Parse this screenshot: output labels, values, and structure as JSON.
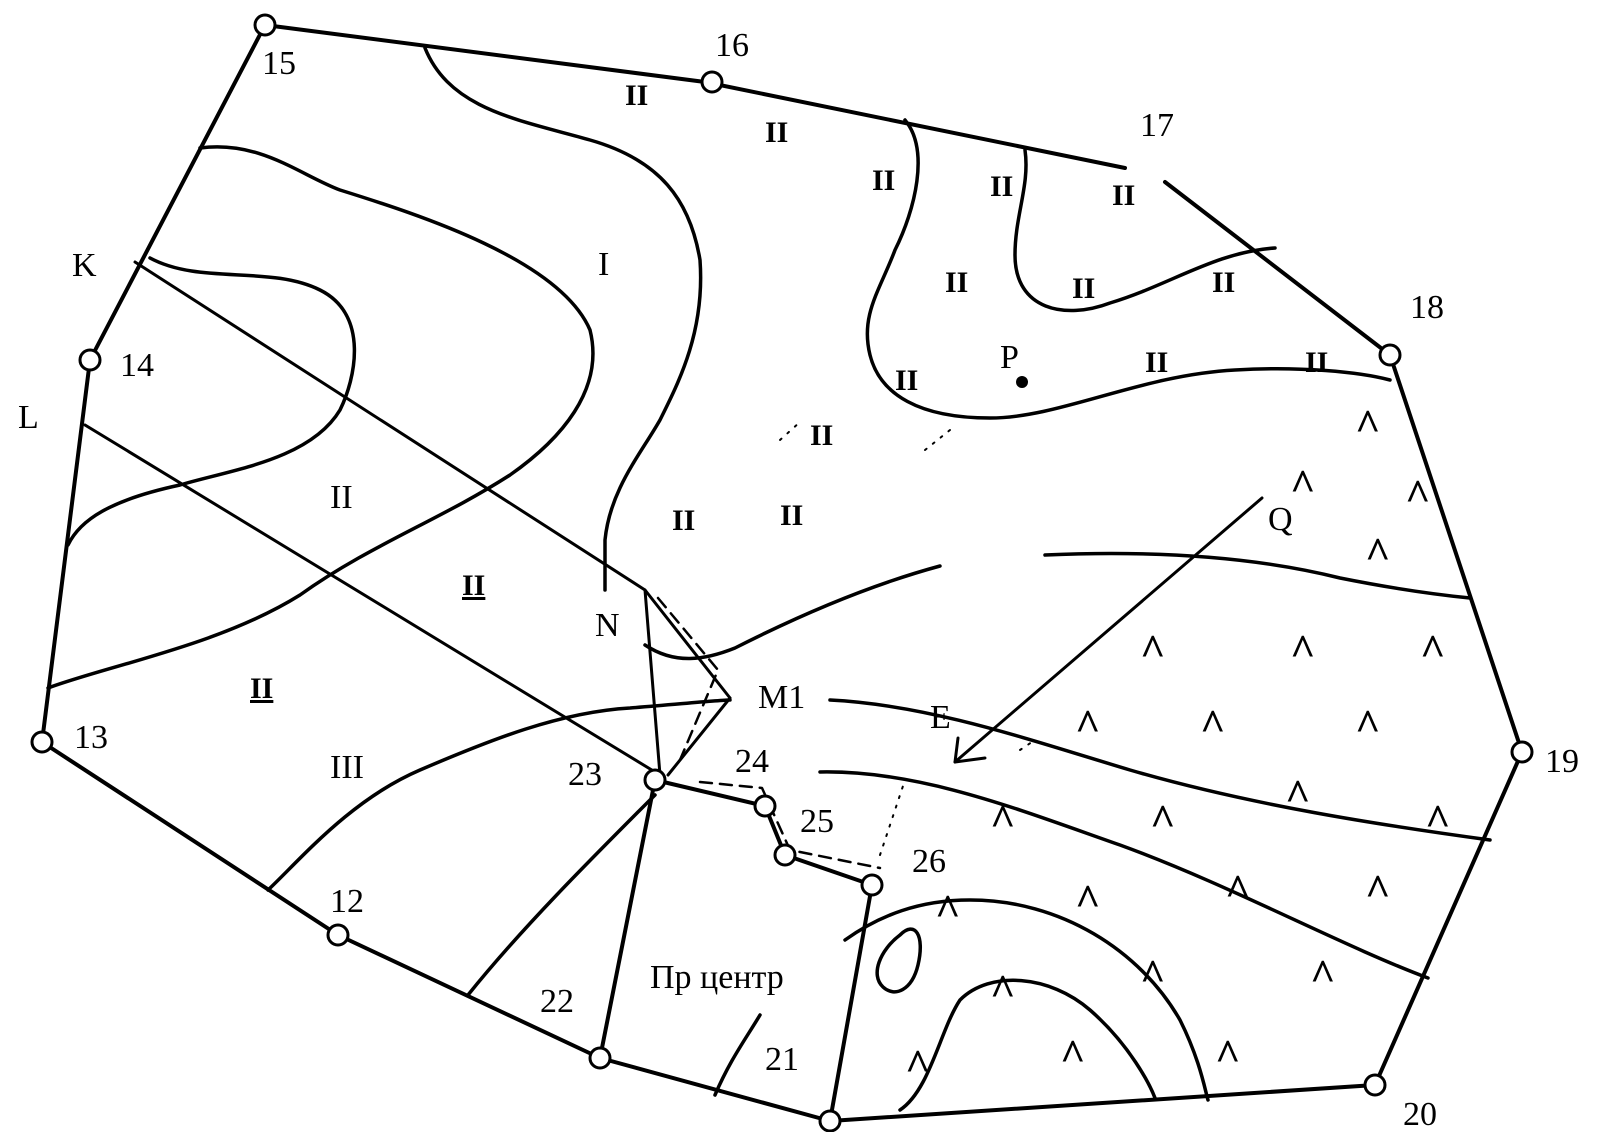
{
  "stations": [
    "12",
    "13",
    "14",
    "15",
    "16",
    "17",
    "18",
    "19",
    "20",
    "21",
    "22",
    "23",
    "24",
    "25",
    "26"
  ],
  "points": {
    "K": "K",
    "L": "L",
    "N": "N",
    "P": "P",
    "Q": "Q",
    "E": "E",
    "M1": "M1"
  },
  "zones": {
    "I": "I",
    "II": "II",
    "III": "III"
  },
  "symbols": {
    "soil_mark": "II",
    "slope_mark": "^"
  },
  "center_label": "Пр  центр"
}
